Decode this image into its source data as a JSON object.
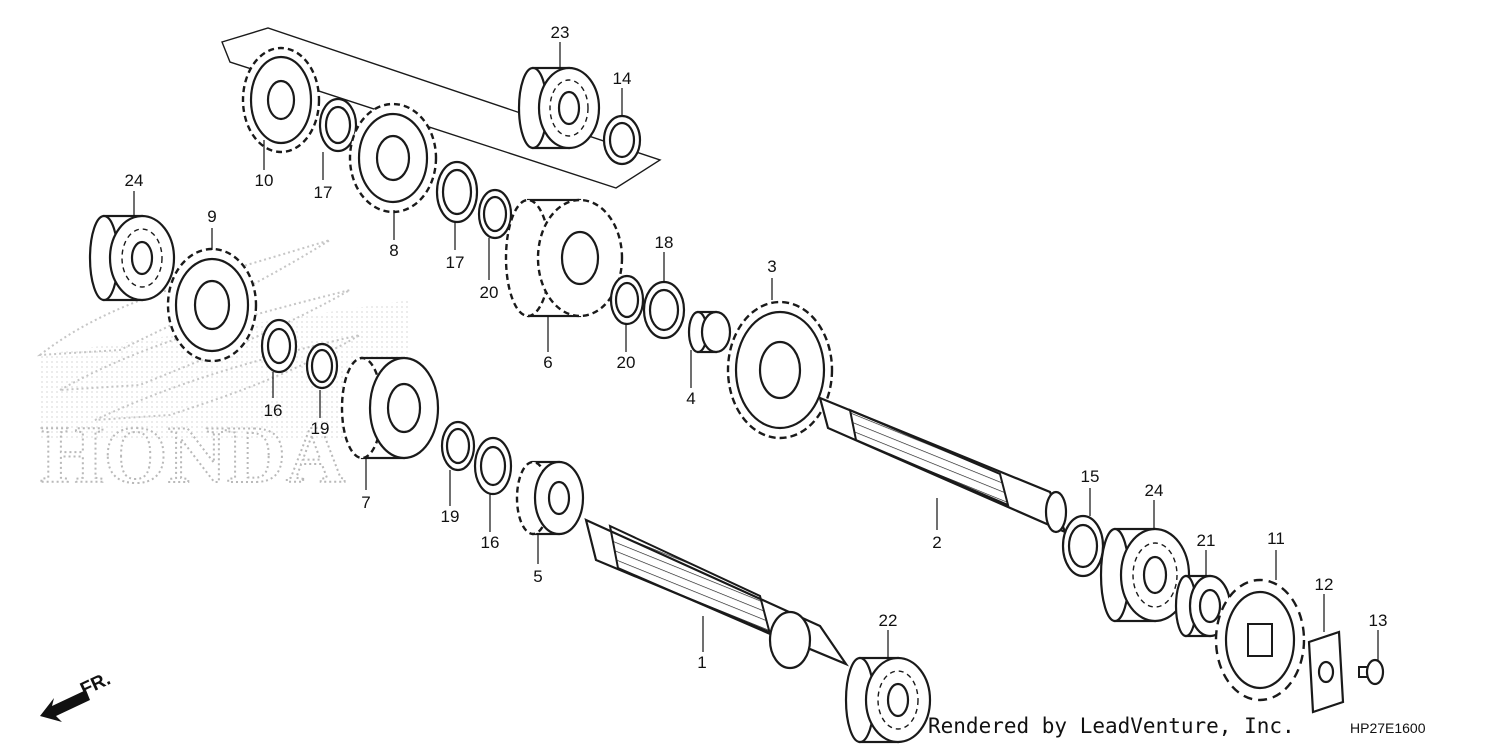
{
  "diagram": {
    "watermark": "HONDA",
    "footer_credit": "Rendered by LeadVenture, Inc.",
    "diagram_code": "HP27E1600",
    "direction_label": "FR.",
    "callouts": [
      "1",
      "2",
      "3",
      "4",
      "5",
      "6",
      "7",
      "8",
      "9",
      "10",
      "11",
      "12",
      "13",
      "14",
      "15",
      "16",
      "16",
      "17",
      "17",
      "18",
      "19",
      "19",
      "20",
      "20",
      "21",
      "22",
      "23",
      "24",
      "24"
    ]
  }
}
